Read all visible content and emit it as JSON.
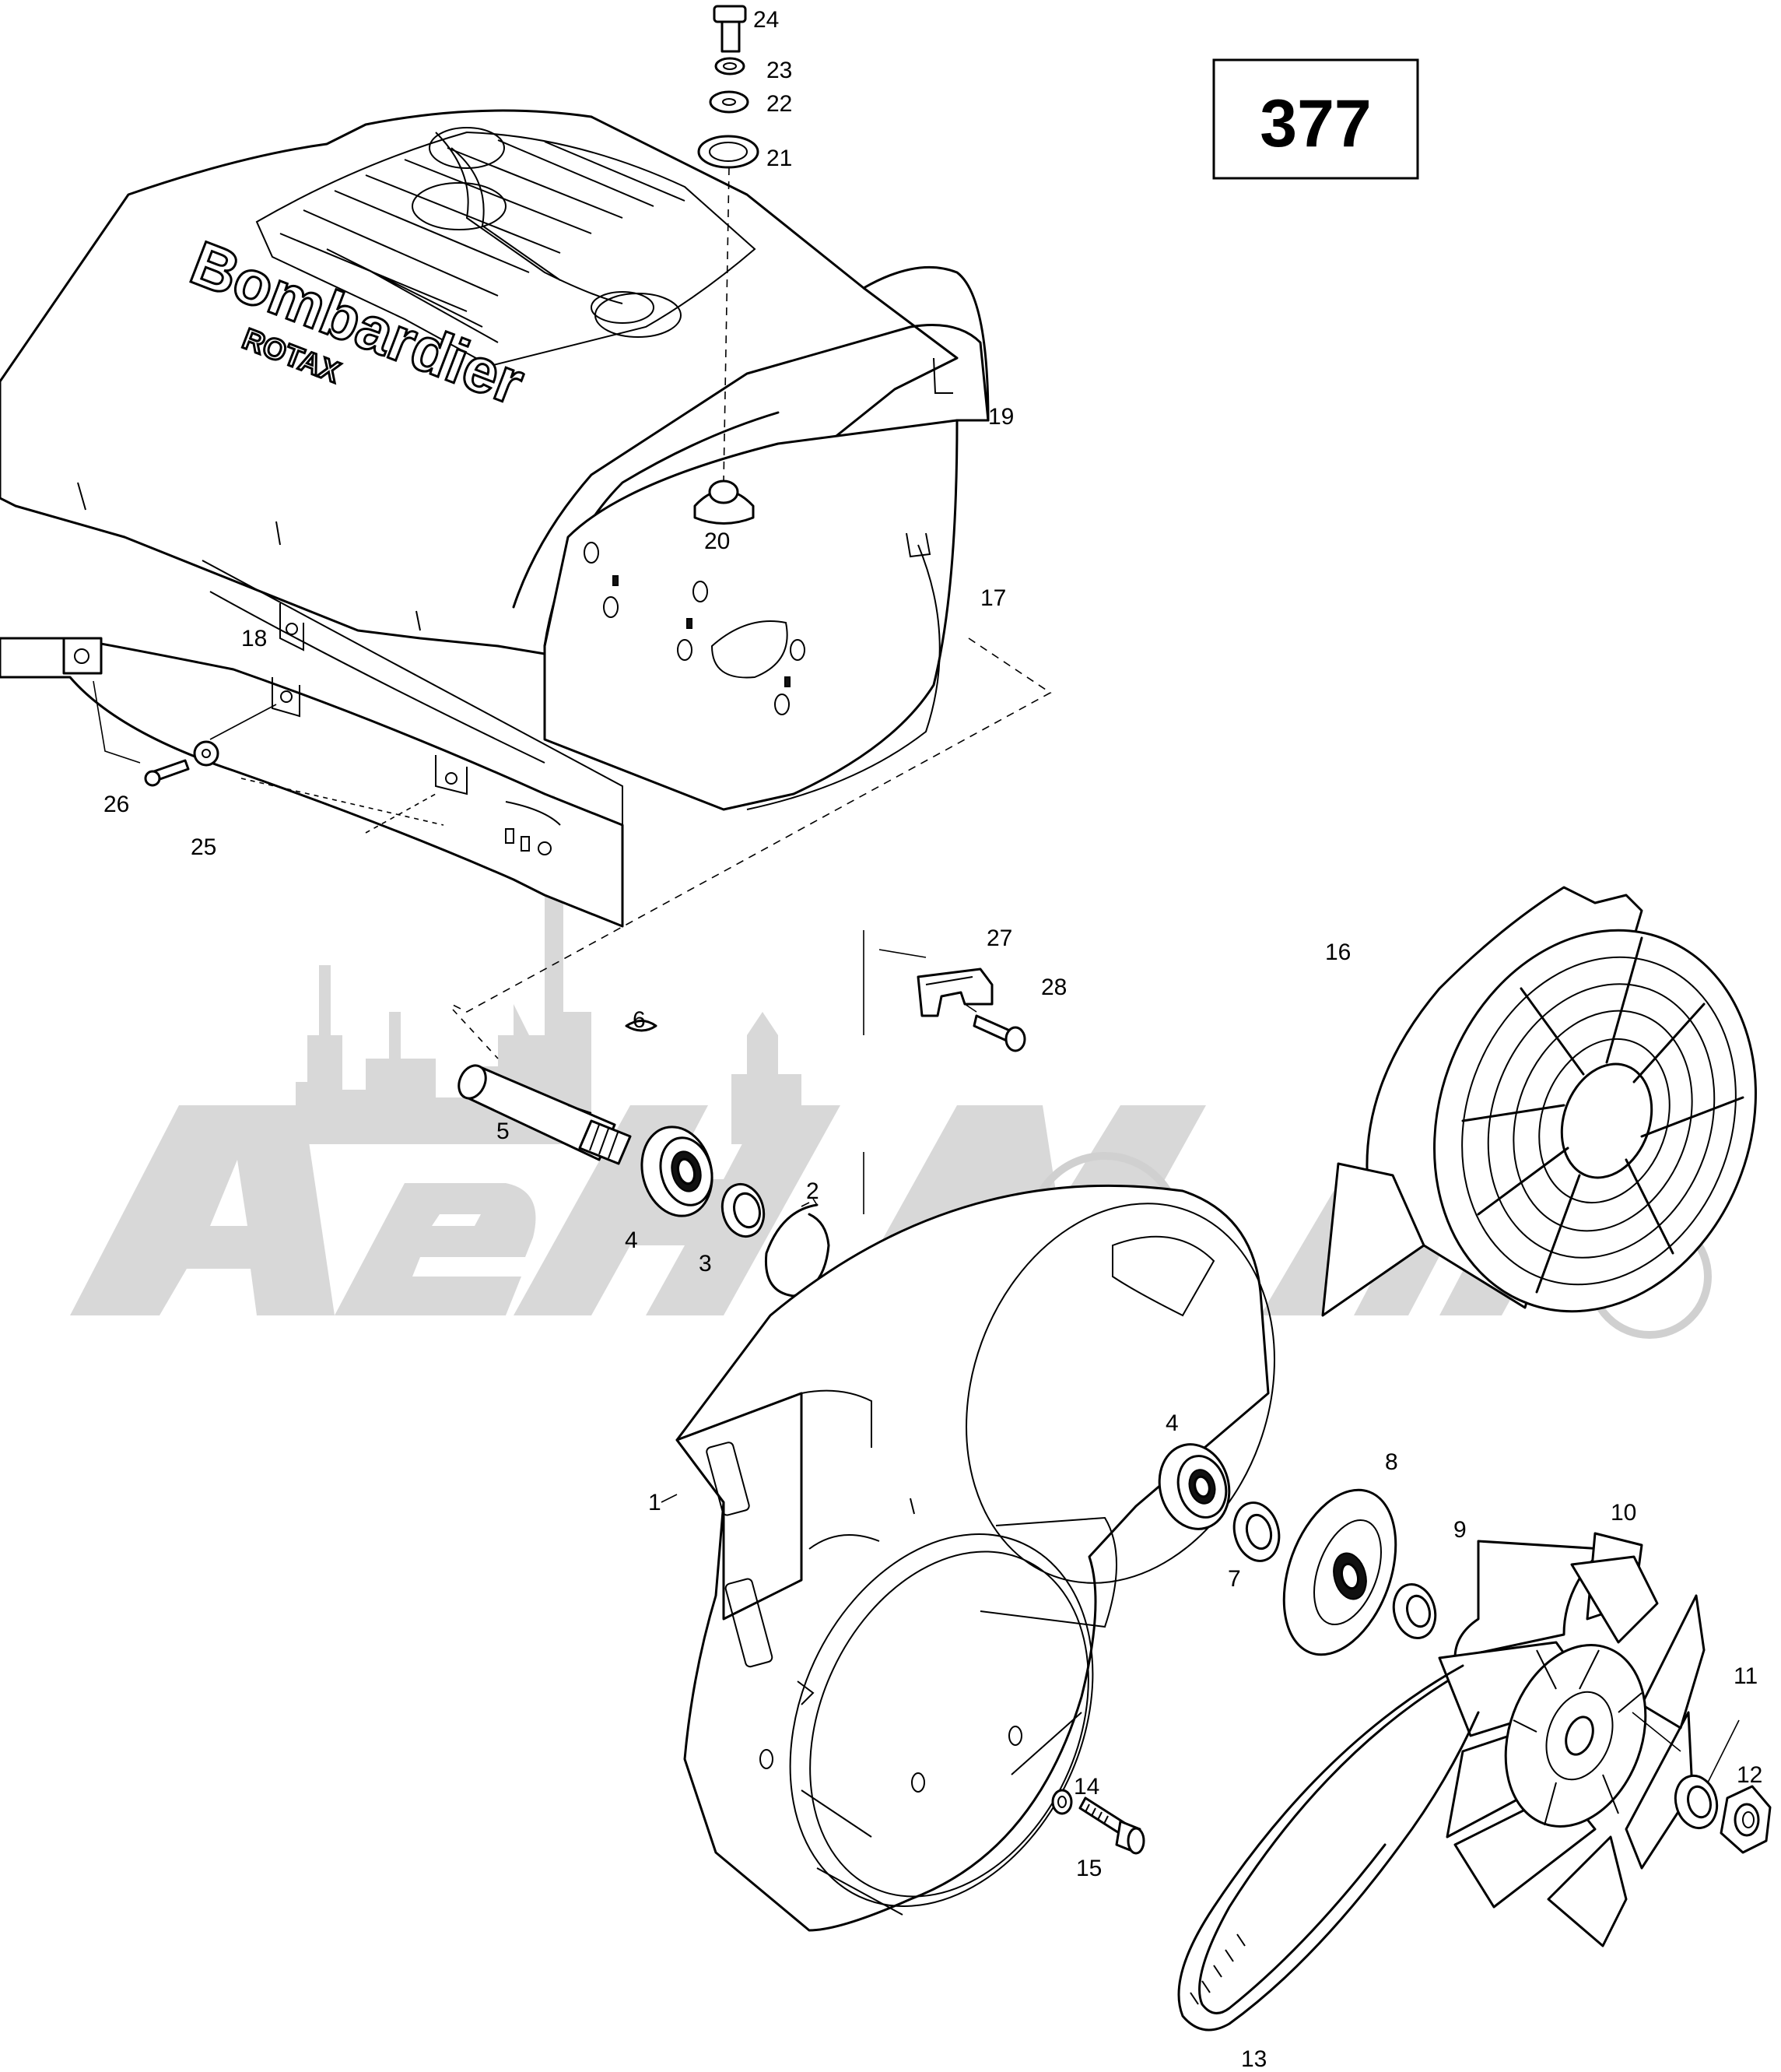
{
  "diagram_number": "377",
  "brand_text": "Bombardier",
  "sub_brand_text": "ROTAX",
  "watermark_text": "",
  "callouts": [
    {
      "id": "1",
      "label": "1"
    },
    {
      "id": "2",
      "label": "2"
    },
    {
      "id": "3",
      "label": "3"
    },
    {
      "id": "4a",
      "label": "4"
    },
    {
      "id": "4b",
      "label": "4"
    },
    {
      "id": "5",
      "label": "5"
    },
    {
      "id": "6",
      "label": "6"
    },
    {
      "id": "7",
      "label": "7"
    },
    {
      "id": "8",
      "label": "8"
    },
    {
      "id": "9",
      "label": "9"
    },
    {
      "id": "10",
      "label": "10"
    },
    {
      "id": "11",
      "label": "11"
    },
    {
      "id": "12",
      "label": "12"
    },
    {
      "id": "13",
      "label": "13"
    },
    {
      "id": "14",
      "label": "14"
    },
    {
      "id": "15",
      "label": "15"
    },
    {
      "id": "16",
      "label": "16"
    },
    {
      "id": "17",
      "label": "17"
    },
    {
      "id": "18",
      "label": "18"
    },
    {
      "id": "19",
      "label": "19"
    },
    {
      "id": "20",
      "label": "20"
    },
    {
      "id": "21",
      "label": "21"
    },
    {
      "id": "22",
      "label": "22"
    },
    {
      "id": "23",
      "label": "23"
    },
    {
      "id": "24",
      "label": "24"
    },
    {
      "id": "25",
      "label": "25"
    },
    {
      "id": "26",
      "label": "26"
    },
    {
      "id": "27",
      "label": "27"
    },
    {
      "id": "28",
      "label": "28"
    }
  ]
}
